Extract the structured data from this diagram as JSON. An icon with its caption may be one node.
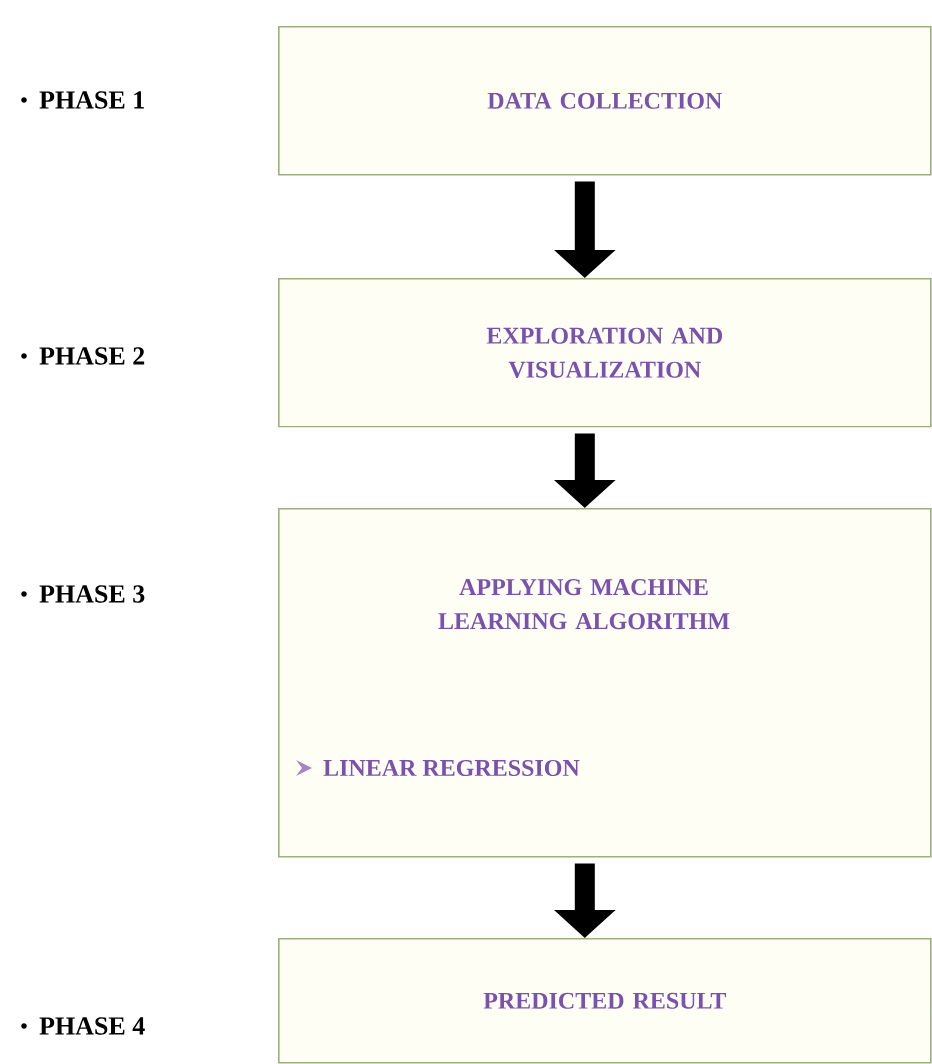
{
  "diagram": {
    "nodes": [
      {
        "text": [
          "DATA COLLECTION"
        ]
      },
      {
        "text": [
          "EXPLORATION AND VISUALIZATION"
        ]
      },
      {
        "text": [
          "APPLYING MACHINE LEARNING ALGORITHM",
          "LINEAR REGRESSION"
        ]
      },
      {
        "text": [
          "PREDICTED RESULT"
        ]
      }
    ],
    "edges": [
      {
        "from": 0,
        "to": 1,
        "arrow": "to"
      },
      {
        "from": 1,
        "to": 2,
        "arrow": "to"
      },
      {
        "from": 2,
        "to": 3,
        "arrow": "to"
      }
    ],
    "labels": [
      "PHASE 1",
      "PHASE 2",
      "PHASE 3",
      "PHASE 4"
    ]
  }
}
